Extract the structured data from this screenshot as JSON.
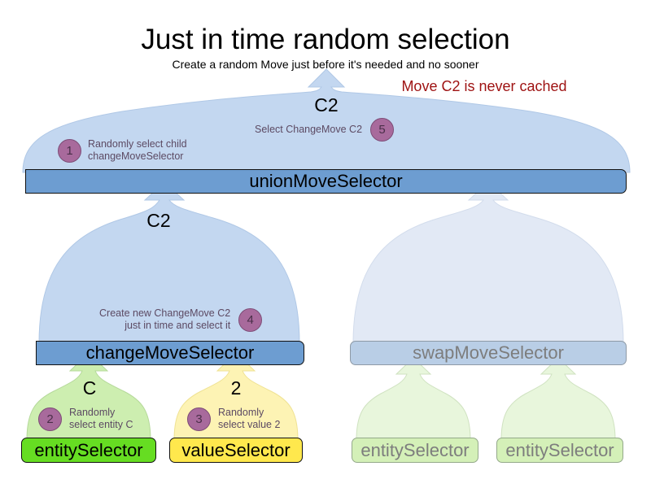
{
  "header": {
    "title": "Just in time random selection",
    "subtitle": "Create a random Move just before it's needed and no sooner",
    "warning": "Move C2 is never cached",
    "warning_color": "#9e1212"
  },
  "palette": {
    "arrow_blue": "#c3d7f0",
    "bar_blue": "#6d9dd1",
    "bar_blue_faded": "#b9cee6",
    "arrow_blue_faded": "#e2e9f5",
    "arrow_green": "#cdeeb0",
    "arrow_green_faded": "#e8f6dc",
    "arrow_yellow": "#fdf3b4",
    "box_green": "#66dd22",
    "box_yellow": "#ffe84d",
    "box_green_faded": "#d4f0b8",
    "badge_purple": "#a86a9c",
    "faded_text": "#7d7d7d"
  },
  "nodes": {
    "union": {
      "label": "unionMoveSelector"
    },
    "change": {
      "label": "changeMoveSelector"
    },
    "swap": {
      "label": "swapMoveSelector"
    },
    "entity": {
      "label": "entitySelector"
    },
    "value": {
      "label": "valueSelector"
    },
    "ghost_entity_1": {
      "label": "entitySelector"
    },
    "ghost_entity_2": {
      "label": "entitySelector"
    }
  },
  "arrow_labels": {
    "union_out": "C2",
    "change_out": "C2",
    "entity_out": "C",
    "value_out": "2"
  },
  "steps": [
    {
      "number": "1",
      "text": "Randomly select child\nchangeMoveSelector"
    },
    {
      "number": "2",
      "text": "Randomly\nselect entity C"
    },
    {
      "number": "3",
      "text": "Randomly\nselect value 2"
    },
    {
      "number": "4",
      "text": "Create new ChangeMove C2\njust in time and select it"
    },
    {
      "number": "5",
      "text": "Select ChangeMove C2"
    }
  ]
}
